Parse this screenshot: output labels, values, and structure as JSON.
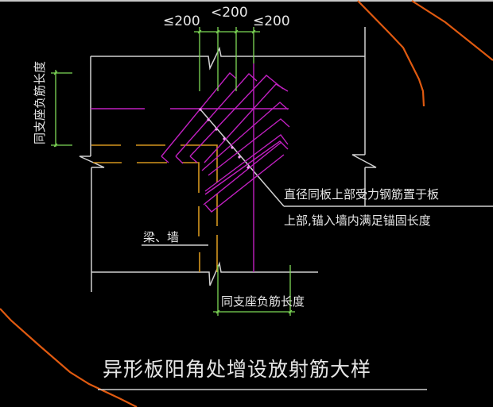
{
  "drawing": {
    "title": "异形板阳角处增设放射筋大样",
    "dimensions": {
      "left_spacing": "≤200",
      "middle_spacing": "<200",
      "right_spacing": "≤200"
    },
    "labels": {
      "vertical_negative_rebar": "同支座负筋长度",
      "horizontal_negative_rebar": "同支座负筋长度",
      "beam_wall": "梁、墙",
      "note_line1": "直径同板上部受力钢筋置于板",
      "note_line2": "上部,锚入墙内满足锚固长度"
    },
    "colors": {
      "background": "#000000",
      "outline": "#d0d0d0",
      "dimension": "#7ed957",
      "rebar": "#c020c0",
      "beam": "#d4961e",
      "boundary": "#e05a10",
      "text": "#e6e6e6"
    }
  }
}
